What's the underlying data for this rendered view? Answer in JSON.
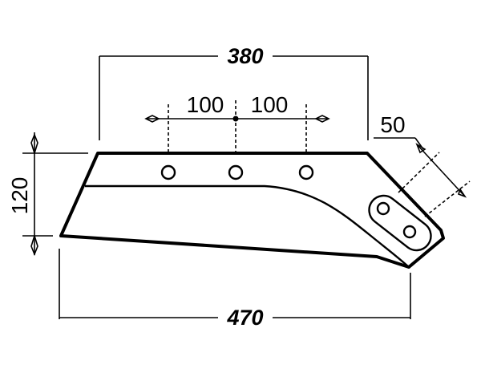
{
  "dimensions": {
    "top_length": "380",
    "hole_spacing_left": "100",
    "hole_spacing_right": "100",
    "slot_width": "50",
    "height": "120",
    "bottom_length": "470"
  },
  "colors": {
    "line": "#000000",
    "background": "#ffffff"
  }
}
